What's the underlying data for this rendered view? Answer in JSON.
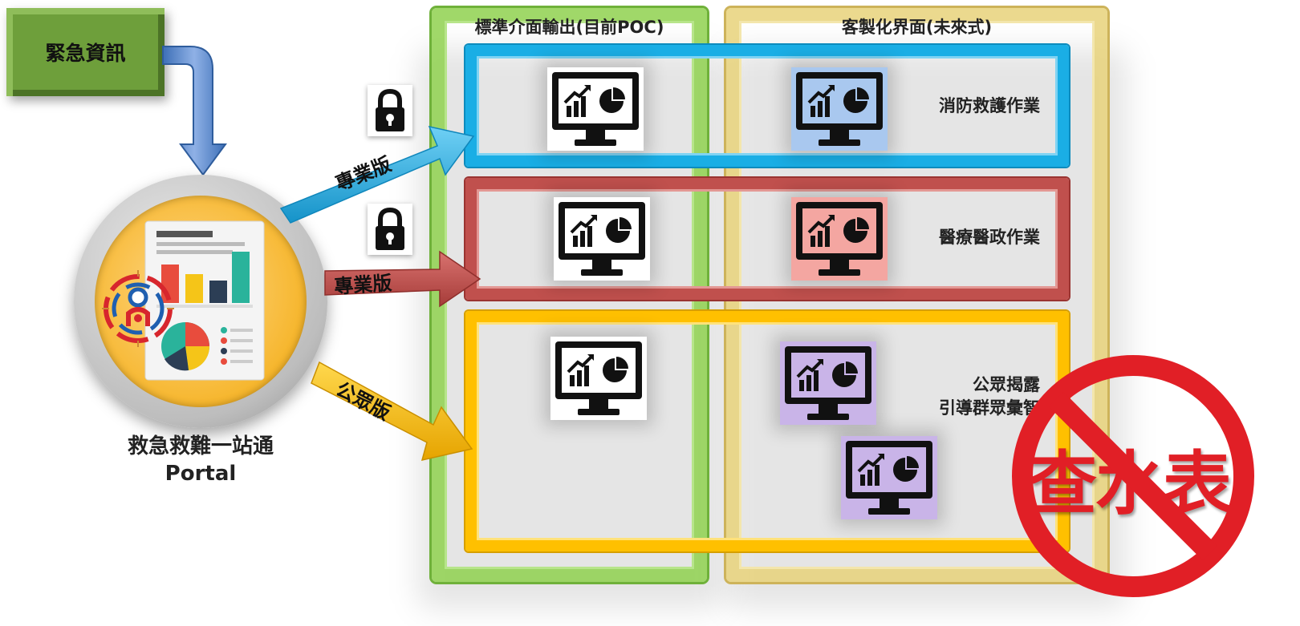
{
  "emergency_info": {
    "label": "緊急資訊"
  },
  "portal": {
    "title_line1": "救急救難一站通",
    "title_line2": "Portal"
  },
  "columns": {
    "standard": {
      "title": "標準介面輸出(目前POC)",
      "color": "#8fd14f"
    },
    "custom": {
      "title": "客製化界面(未來式)",
      "color": "#e8d27a"
    }
  },
  "rows": [
    {
      "label": "消防救護作業",
      "color": "#1aaee5",
      "arrow_label": "專業版",
      "locked": true,
      "custom_tile_color": "#a9c8ef"
    },
    {
      "label": "醫療醫政作業",
      "color": "#c0504d",
      "arrow_label": "專業版",
      "locked": true,
      "custom_tile_color": "#f4a6a1"
    },
    {
      "label_lines": [
        "公眾揭露",
        "引導群眾彙智"
      ],
      "color": "#ffc000",
      "arrow_label": "公眾版",
      "locked": false,
      "custom_tile_color": "#c9b4e8"
    }
  ],
  "prohibition": {
    "text": "查水表",
    "color": "#e11f26"
  },
  "icons": {
    "monitor": "monitor-chart-icon",
    "lock": "lock-icon",
    "prohibition": "no-entry-icon"
  }
}
